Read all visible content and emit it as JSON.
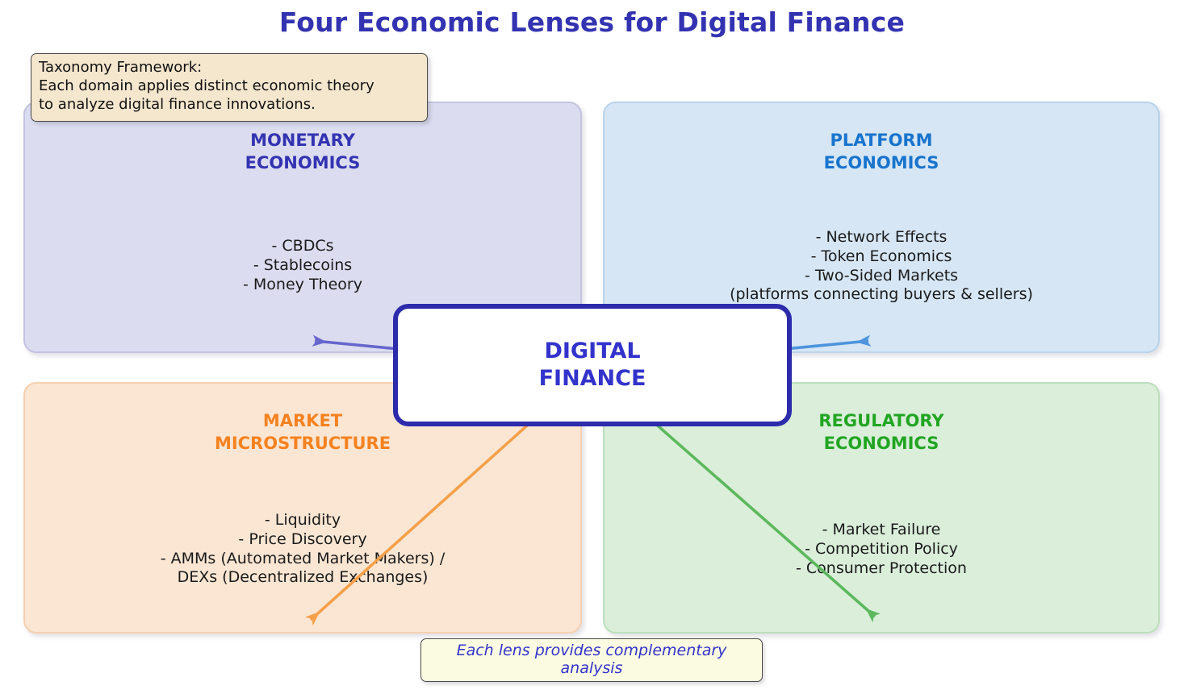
{
  "title": "Four Economic Lenses for Digital Finance",
  "note": {
    "text": "Taxonomy Framework:\nEach domain applies distinct economic theory\nto analyze digital finance innovations."
  },
  "center": {
    "label": "DIGITAL\nFINANCE"
  },
  "quadrants": [
    {
      "id": "monetary",
      "title": "MONETARY\nECONOMICS",
      "items": "- CBDCs\n- Stablecoins\n- Money Theory",
      "title_color": "#3333b2",
      "fill_color": "#dcdcf0",
      "arrow_color": "#6666cc"
    },
    {
      "id": "platform",
      "title": "PLATFORM\nECONOMICS",
      "items": "- Network Effects\n- Token Economics\n- Two-Sided Markets\n(platforms connecting buyers & sellers)",
      "title_color": "#1874cd",
      "fill_color": "#d6e6f5",
      "arrow_color": "#4d94dd"
    },
    {
      "id": "market",
      "title": "MARKET\nMICROSTRUCTURE",
      "items": "- Liquidity\n- Price Discovery\n- AMMs (Automated Market Makers) /\nDEXs (Decentralized Exchanges)",
      "title_color": "#f58220",
      "fill_color": "#fbe6d3",
      "arrow_color": "#f5a košice"
    },
    {
      "id": "regulatory",
      "title": "REGULATORY\nECONOMICS",
      "items": "- Market Failure\n- Competition Policy\n- Consumer Protection",
      "title_color": "#22a522",
      "fill_color": "#daeeda",
      "arrow_color": "#5cb85c"
    }
  ],
  "caption": {
    "text": "Each lens provides complementary analysis"
  },
  "colors": {
    "title": "#3333b2",
    "center_border": "#2b2bab",
    "center_text": "#3333cc",
    "note_fill": "#f5e6ce",
    "caption_fill": "#fbfbe2",
    "caption_text": "#3333cc"
  }
}
